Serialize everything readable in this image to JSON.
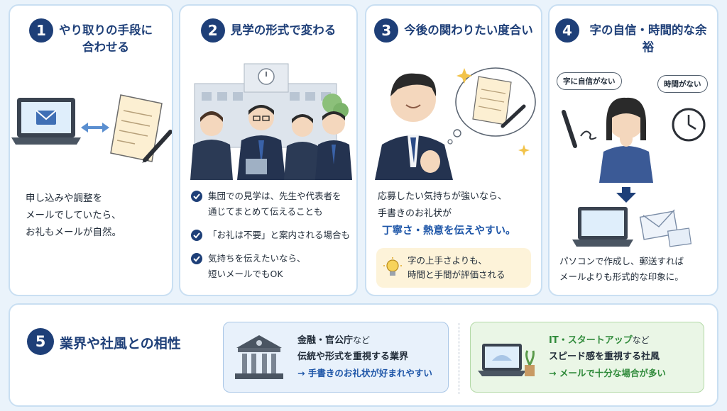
{
  "cards": [
    {
      "number": "1",
      "title": "やり取りの手段に\n合わせる",
      "body": "申し込みや調整を\nメールでしていたら、\nお礼もメールが自然。"
    },
    {
      "number": "2",
      "title": "見学の形式で変わる",
      "points": [
        "集団での見学は、先生や代表者を\n通じてまとめて伝えることも",
        "「お礼は不要」と案内される場合も",
        "気持ちを伝えたいなら、\n短いメールでもOK"
      ]
    },
    {
      "number": "3",
      "title": "今後の関わりたい度合い",
      "body": "応募したい気持ちが強いなら、\n手書きのお礼状が",
      "highlight": "丁寧さ・熱意を伝えやすい。",
      "tip": "字の上手さよりも、\n時間と手間が評価される"
    },
    {
      "number": "4",
      "title": "字の自信・時間的な余裕",
      "bubble_left": "字に自信がない",
      "bubble_right": "時間がない",
      "body": "パソコンで作成し、郵送すれば\nメールよりも形式的な印象に。"
    }
  ],
  "section5": {
    "number": "5",
    "title": "業界や社風との相性",
    "left": {
      "lead": "金融・官公庁",
      "lead_suffix": "など",
      "line2": "伝統や形式を重視する業界",
      "arrow": "→ 手書きのお礼状が好まれやすい"
    },
    "right": {
      "lead": "IT・スタートアップ",
      "lead_suffix": "など",
      "line2": "スピード感を重視する社風",
      "arrow": "→ メールで十分な場合が多い"
    }
  },
  "colors": {
    "accent": "#1e3f78",
    "highlight": "#1e56a8",
    "green": "#2f8a3a",
    "tip_bg": "#fdf3d9"
  }
}
